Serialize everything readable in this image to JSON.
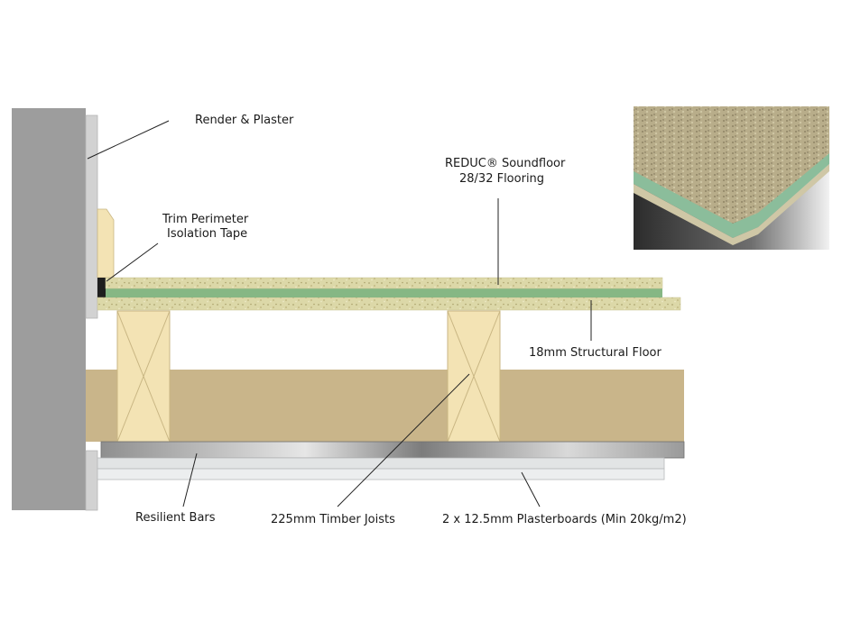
{
  "labels": {
    "render_plaster": "Render & Plaster",
    "trim_line1": "Trim Perimeter",
    "trim_line2": "Isolation Tape",
    "reduc_line1": "REDUC® Soundfloor",
    "reduc_line2": "28/32 Flooring",
    "structural_floor": "18mm Structural Floor",
    "resilient_bars": "Resilient Bars",
    "timber_joists": "225mm Timber Joists",
    "plasterboards": "2 x 12.5mm Plasterboards (Min 20kg/m2)"
  },
  "colors": {
    "wall": "#9d9d9d",
    "render": "#d2d2d2",
    "insulation": "#c9b58a",
    "timber": "#f3e3b4",
    "chipboard": "#dcd8a8",
    "green_layer": "#86b784",
    "metal_bar": "#a5a5a5",
    "plasterboard": "#e2e4e5"
  }
}
